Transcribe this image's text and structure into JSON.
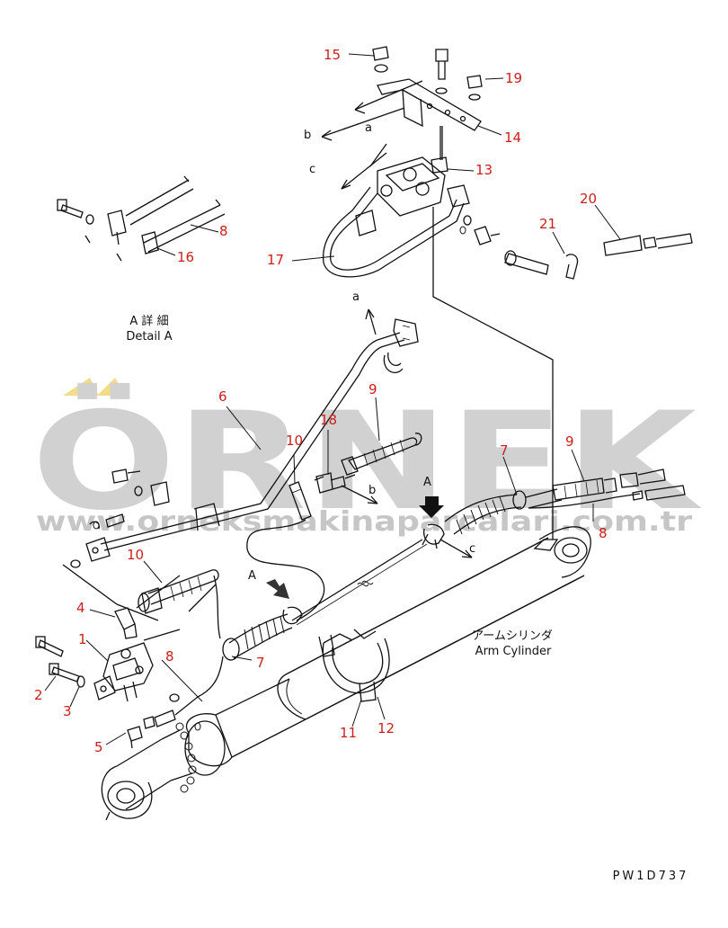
{
  "watermark": {
    "brand": "ÖRNEK",
    "url": "www.orneksmakinaparcalari.com.tr",
    "color": "#c9c9c9",
    "accent": "#f2d675"
  },
  "callouts": [
    "15",
    "19",
    "14",
    "13",
    "17",
    "20",
    "21",
    "8",
    "16",
    "6",
    "9",
    "10",
    "18",
    "7",
    "9",
    "8",
    "10",
    "4",
    "1",
    "2",
    "3",
    "5",
    "8",
    "7",
    "11",
    "12"
  ],
  "view_letters": [
    "a",
    "b",
    "c",
    "a",
    "b",
    "c",
    "A",
    "A"
  ],
  "detail": {
    "jp": "A 詳 細",
    "en": "Detail A"
  },
  "arm_cylinder": {
    "jp": "アームシリンダ",
    "en": "Arm Cylinder"
  },
  "drawing_code": "PW1D737",
  "colors": {
    "line": "#111111",
    "callout": "#cc1f1a"
  }
}
